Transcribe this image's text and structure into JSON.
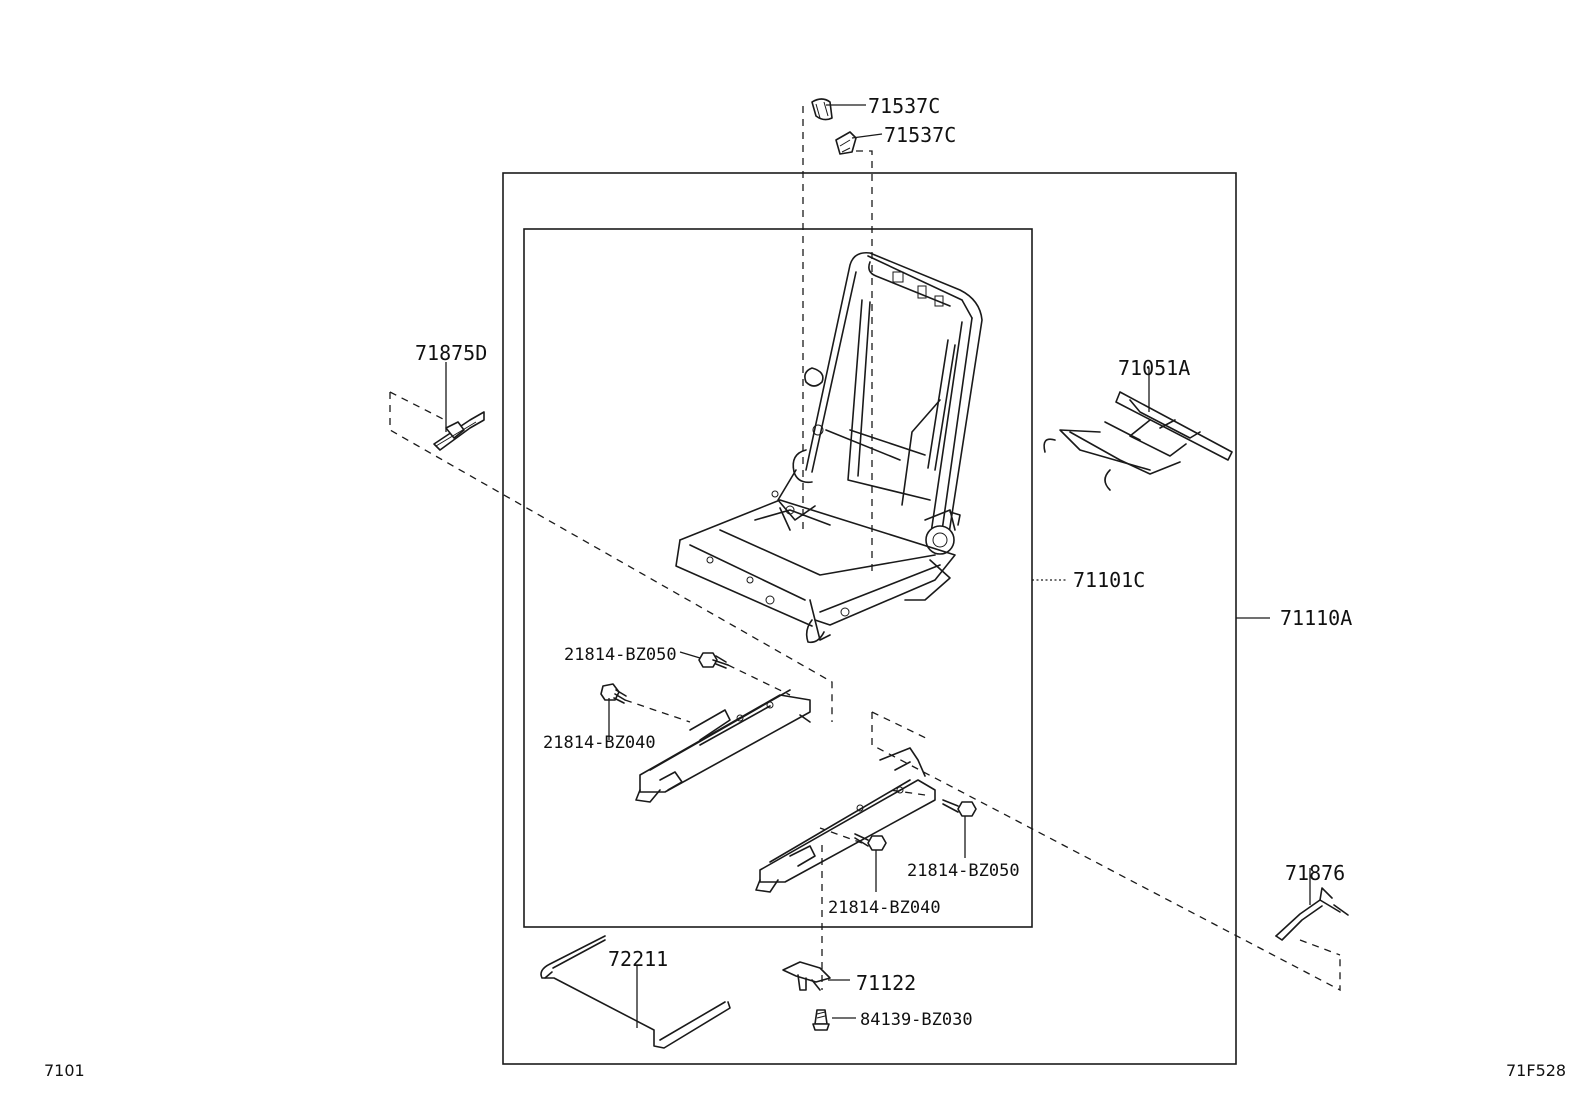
{
  "diagram": {
    "labels": {
      "p71537C_a": "71537C",
      "p71537C_b": "71537C",
      "p71875D": "71875D",
      "p71051A": "71051A",
      "p71101C": "71101C",
      "p71110A": "71110A",
      "p21814_BZ050_a": "21814-BZ050",
      "p21814_BZ040_a": "21814-BZ040",
      "p21814_BZ050_b": "21814-BZ050",
      "p21814_BZ040_b": "21814-BZ040",
      "p71876": "71876",
      "p72211": "72211",
      "p71122": "71122",
      "p84139_BZ030": "84139-BZ030"
    },
    "corner_left": "7101",
    "corner_right": "71F528"
  }
}
